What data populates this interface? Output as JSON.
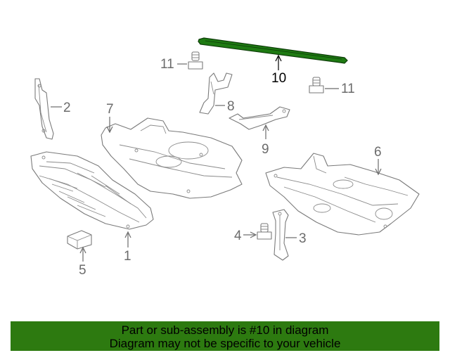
{
  "callouts": {
    "c1": "1",
    "c2": "2",
    "c3": "3",
    "c4": "4",
    "c5": "5",
    "c6": "6",
    "c7": "7",
    "c8": "8",
    "c9": "9",
    "c10": "10",
    "c11a": "11",
    "c11b": "11"
  },
  "highlighted_part": "10",
  "colors": {
    "highlight_part": "#1e7a12",
    "banner_background": "#2d7a10",
    "line_art": "#7a7a7a"
  },
  "banner": {
    "line1": "Part or sub-assembly is #10 in diagram",
    "line2": "Diagram may not be specific to your vehicle"
  }
}
